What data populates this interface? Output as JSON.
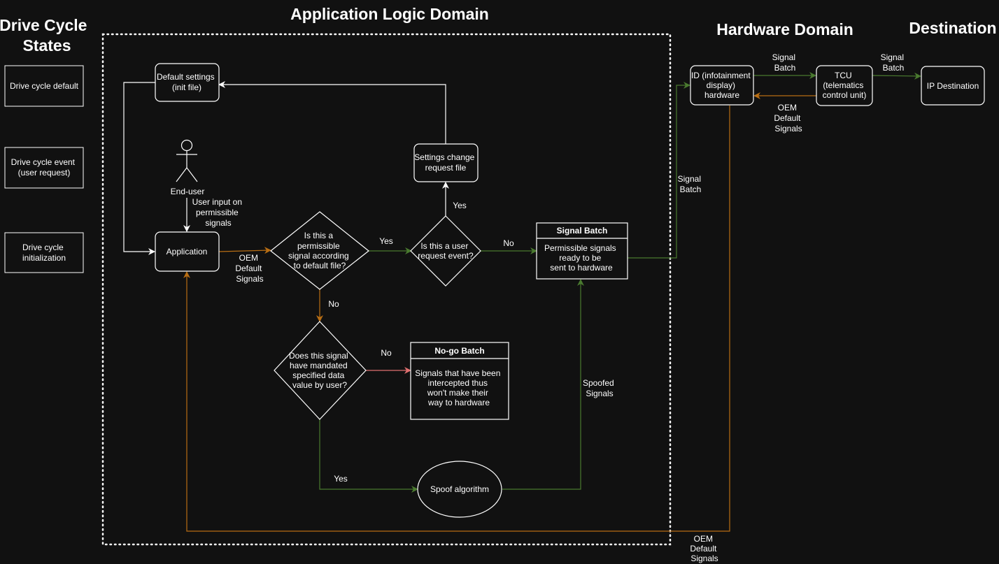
{
  "colors": {
    "background": "#111111",
    "stroke": "#ffffff",
    "green_edge": "#4a7a2f",
    "orange_edge": "#b86e14",
    "red_edge": "#e07070"
  },
  "headings": {
    "drive_cycle_states": [
      "Drive Cycle",
      "States"
    ],
    "application_logic_domain": "Application Logic Domain",
    "hardware_domain": "Hardware Domain",
    "destination": "Destination"
  },
  "legend": {
    "drive_cycle_default": [
      "Drive cycle default"
    ],
    "drive_cycle_event": [
      "Drive cycle event",
      "(user request)"
    ],
    "drive_cycle_initialization": [
      "Drive cycle",
      "initialization"
    ]
  },
  "nodes": {
    "default_settings": [
      "Default settings",
      "(init file)"
    ],
    "end_user": "End-user",
    "application": "Application",
    "settings_change": [
      "Settings change",
      "request file"
    ],
    "permissible_decision": [
      "Is this a",
      "permissible",
      "signal according",
      "to default file?"
    ],
    "user_request_decision": [
      "Is this a user",
      "request event?"
    ],
    "signal_batch_title": "Signal Batch",
    "signal_batch_body": [
      "Permissible signals",
      "ready to be",
      "sent to hardware"
    ],
    "mandated_decision": [
      "Does this signal",
      "have mandated",
      "specified data",
      "value by user?"
    ],
    "nogo_title": "No-go Batch",
    "nogo_body": [
      "Signals that have been",
      "intercepted thus",
      "won't make their",
      "way to hardware"
    ],
    "spoof": "Spoof algorithm",
    "id_hardware": [
      "ID (infotainment",
      "display)",
      "hardware"
    ],
    "tcu": [
      "TCU",
      "(telematics",
      "control unit)"
    ],
    "ip_destination": "IP Destination"
  },
  "edge_labels": {
    "user_input": [
      "User input on",
      "permissible",
      "signals"
    ],
    "oem_default_app": [
      "OEM",
      "Default",
      "Signals"
    ],
    "yes_permissible": "Yes",
    "yes_settings": "Yes",
    "no_user_request": "No",
    "no_permissible": "No",
    "no_mandated": "No",
    "yes_mandated": "Yes",
    "spoofed_signals": [
      "Spoofed",
      "Signals"
    ],
    "signal_batch_to_hw": [
      "Signal",
      "Batch"
    ],
    "signal_batch_to_tcu": [
      "Signal",
      "Batch"
    ],
    "signal_batch_to_ip": [
      "Signal",
      "Batch"
    ],
    "oem_default_tcu": [
      "OEM",
      "Default",
      "Signals"
    ],
    "oem_default_bottom": [
      "OEM",
      "Default",
      "Signals"
    ]
  }
}
